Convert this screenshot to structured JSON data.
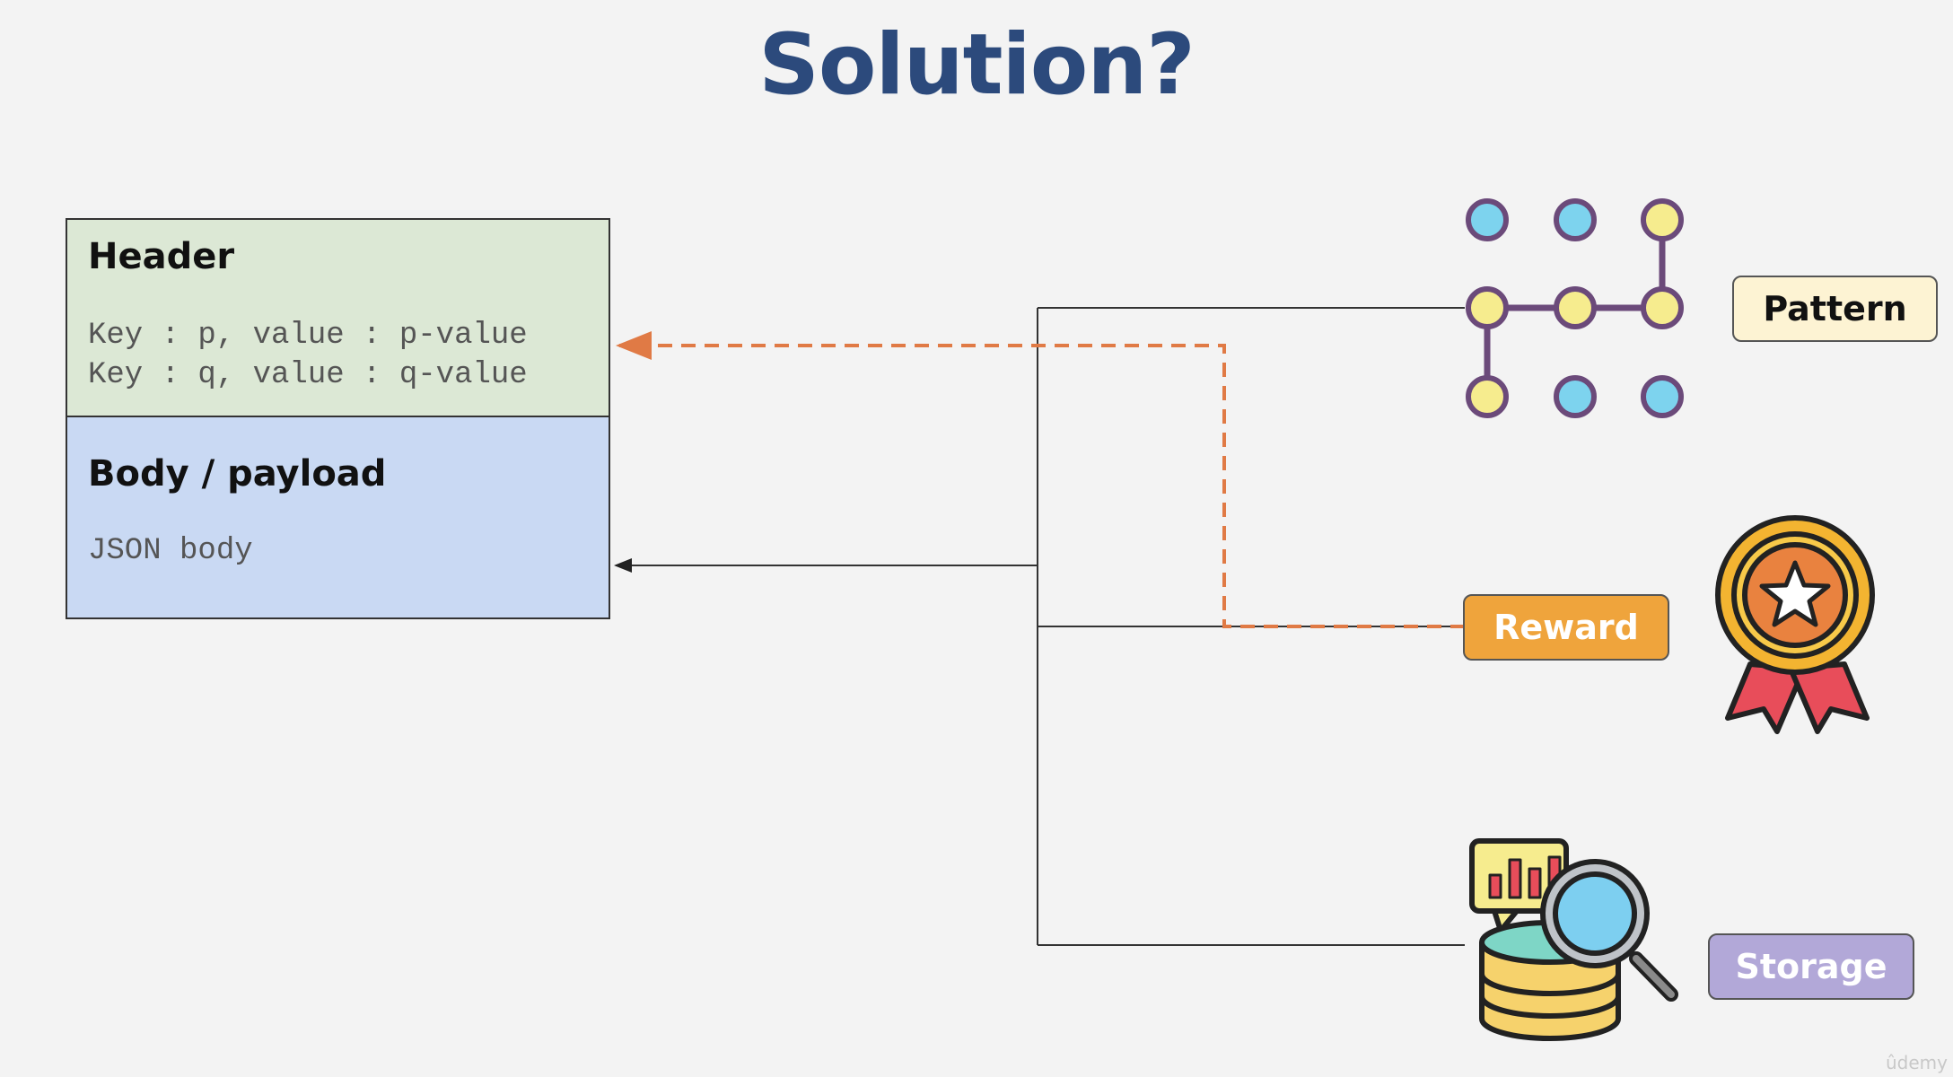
{
  "title": "Solution?",
  "message": {
    "header_label": "Header",
    "header_lines": [
      "Key : p, value : p-value",
      "Key : q, value : q-value"
    ],
    "body_label": "Body / payload",
    "body_text": "JSON body"
  },
  "targets": [
    {
      "label": "Pattern",
      "icon": "pattern-grid-icon",
      "color": "#fdf3d3"
    },
    {
      "label": "Reward",
      "icon": "reward-medal-icon",
      "color": "#efa43c"
    },
    {
      "label": "Storage",
      "icon": "storage-search-icon",
      "color": "#b2a8d8"
    }
  ],
  "colors": {
    "title": "#2c4a7c",
    "header_fill": "#dce8d5",
    "body_fill": "#c9d9f3",
    "dashed_arrow": "#e07a45",
    "connector": "#333333"
  },
  "watermark": "ûdemy"
}
